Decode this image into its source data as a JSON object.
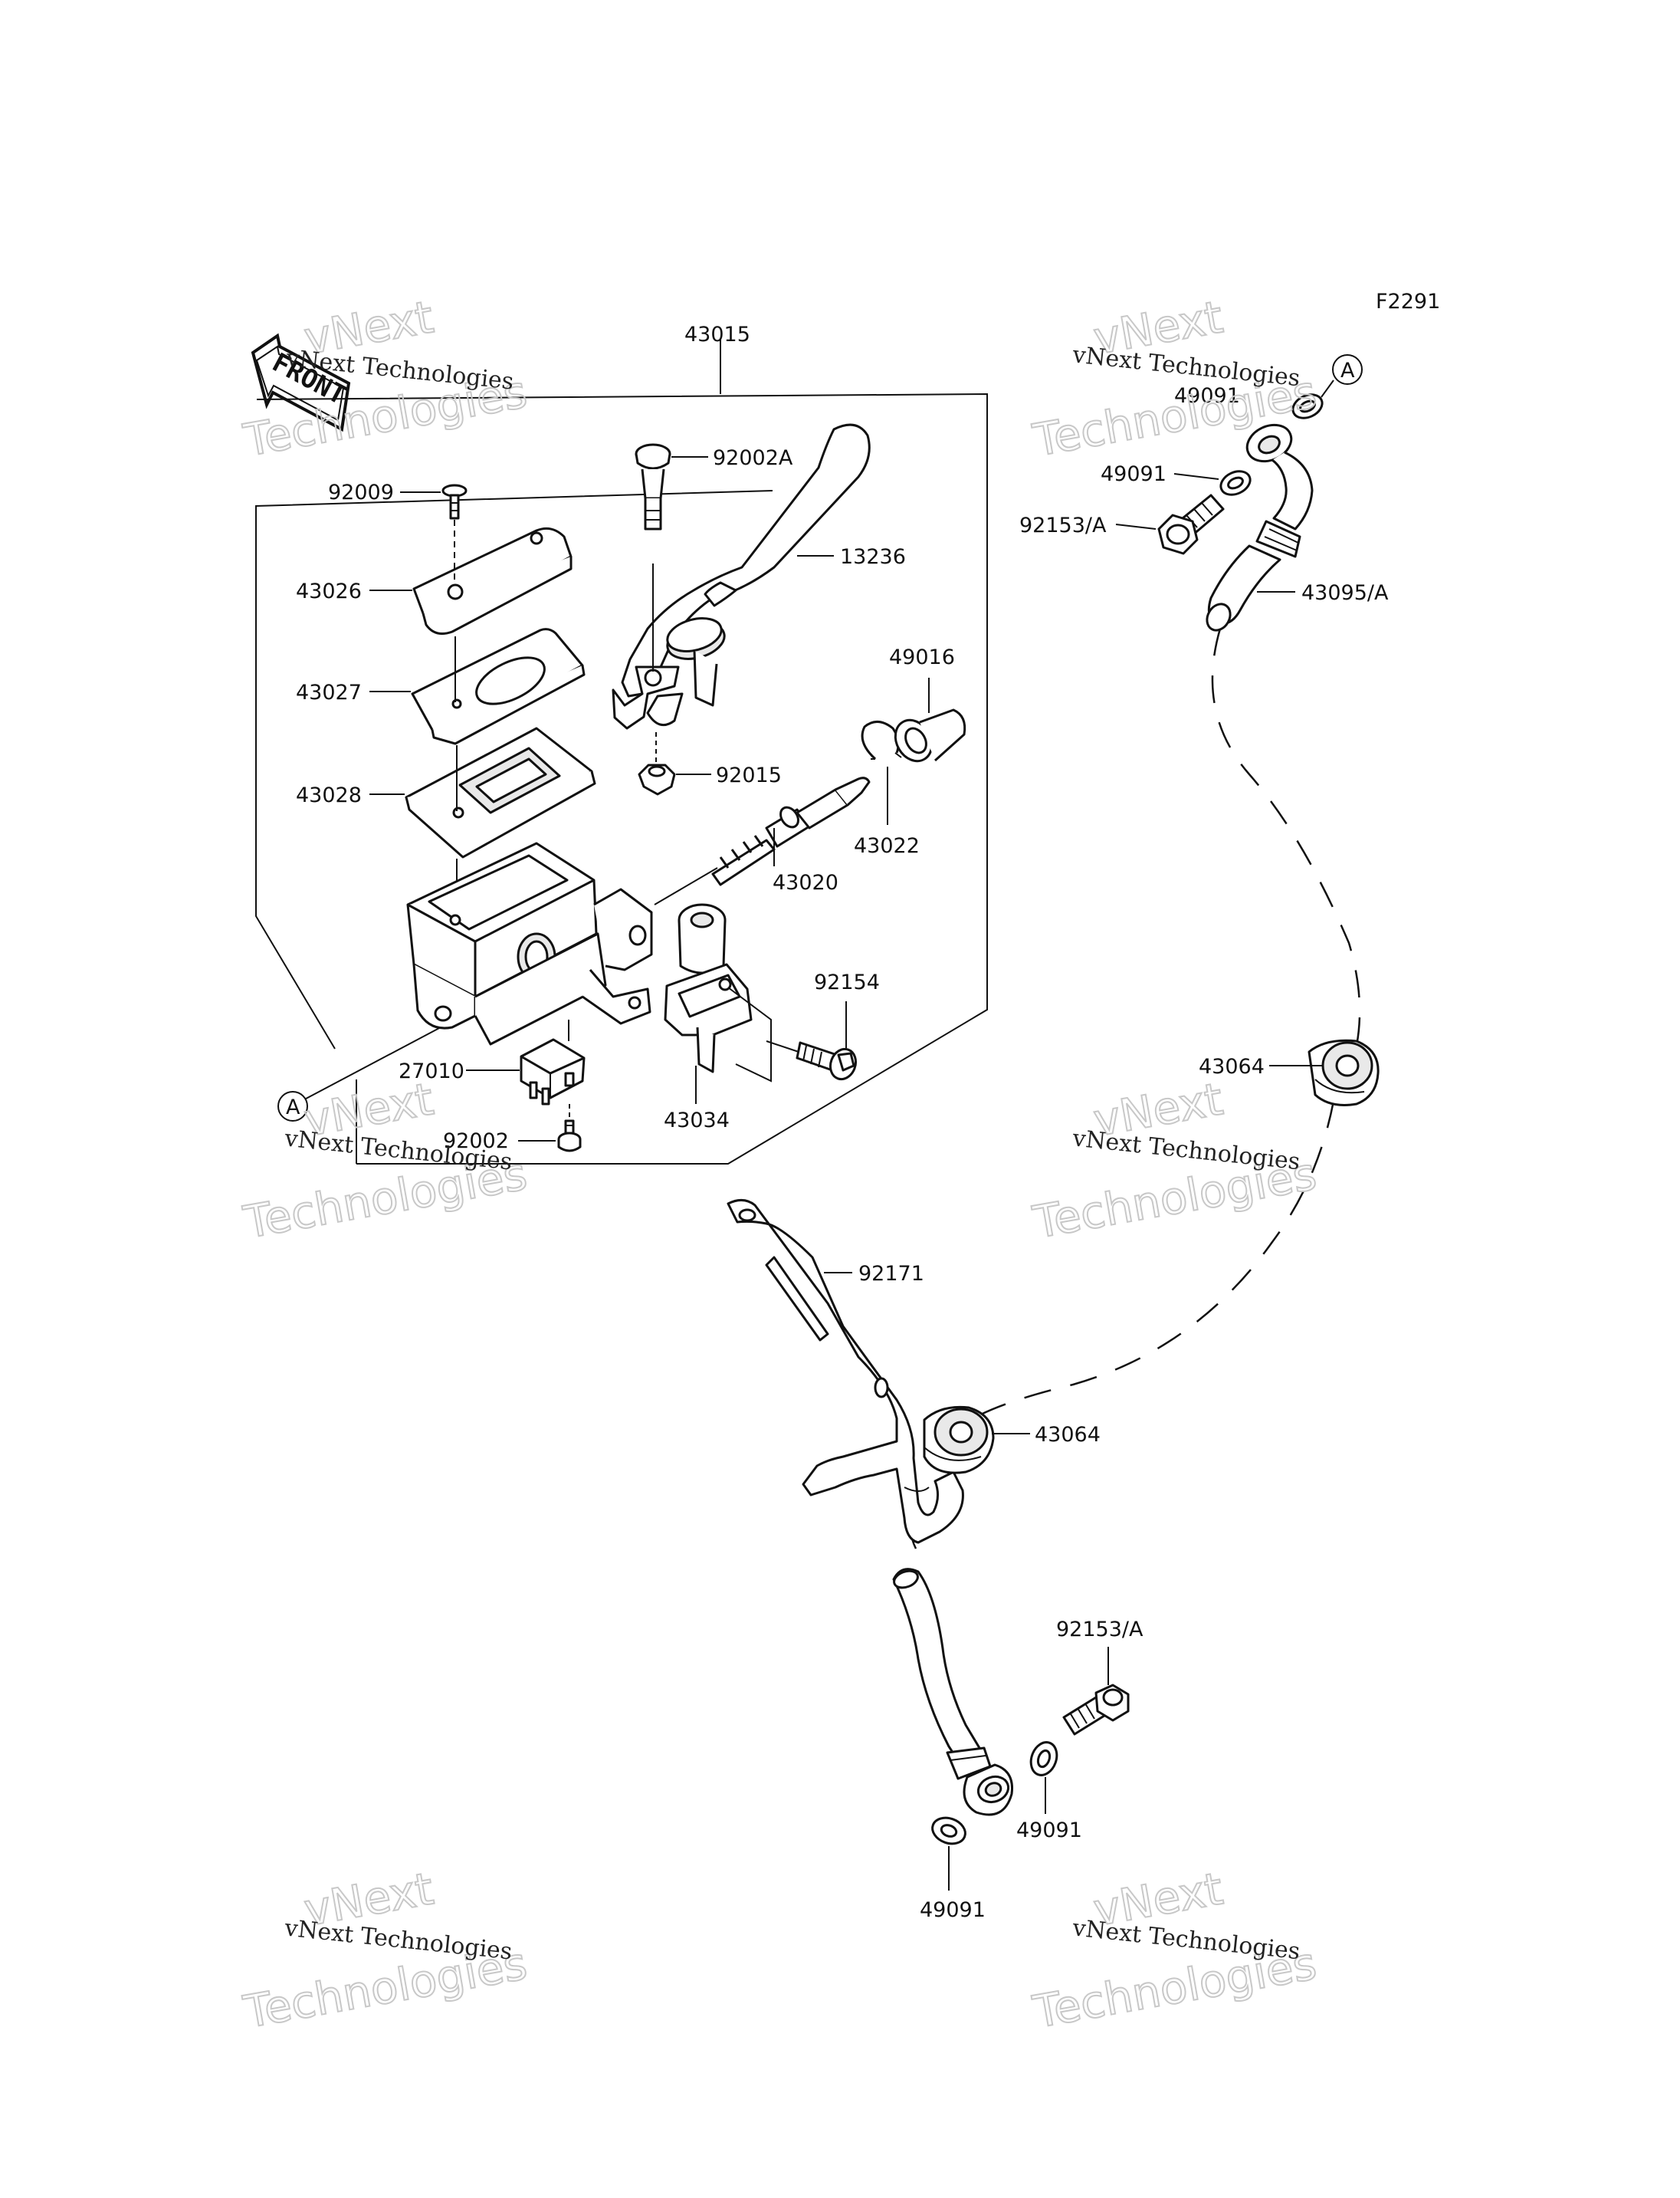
{
  "figure_code": "F2291",
  "front_arrow_text": "FRONT",
  "ref_mark": "A",
  "watermark": {
    "line1": "vNext Technologies",
    "line2": "vNext",
    "line3": "Technologies"
  },
  "labels": {
    "assy": "43015",
    "screw_top": "92009",
    "pin": "92002A",
    "lever": "13236",
    "cap": "43026",
    "plate": "43027",
    "diaphragm": "43028",
    "boot": "49016",
    "circlip": "43022",
    "piston": "92015",
    "piston_kit": "43020",
    "bolt_clamp": "92154",
    "switch": "27010",
    "holder": "43034",
    "screw_switch": "92002",
    "washer_a1": "49091",
    "washer_a2": "49091",
    "banjo_a": "92153/A",
    "hose": "43095/A",
    "grommet1": "43064",
    "clamp": "92171",
    "grommet2": "43064",
    "banjo_b": "92153/A",
    "washer_b1": "49091",
    "washer_b2": "49091"
  }
}
